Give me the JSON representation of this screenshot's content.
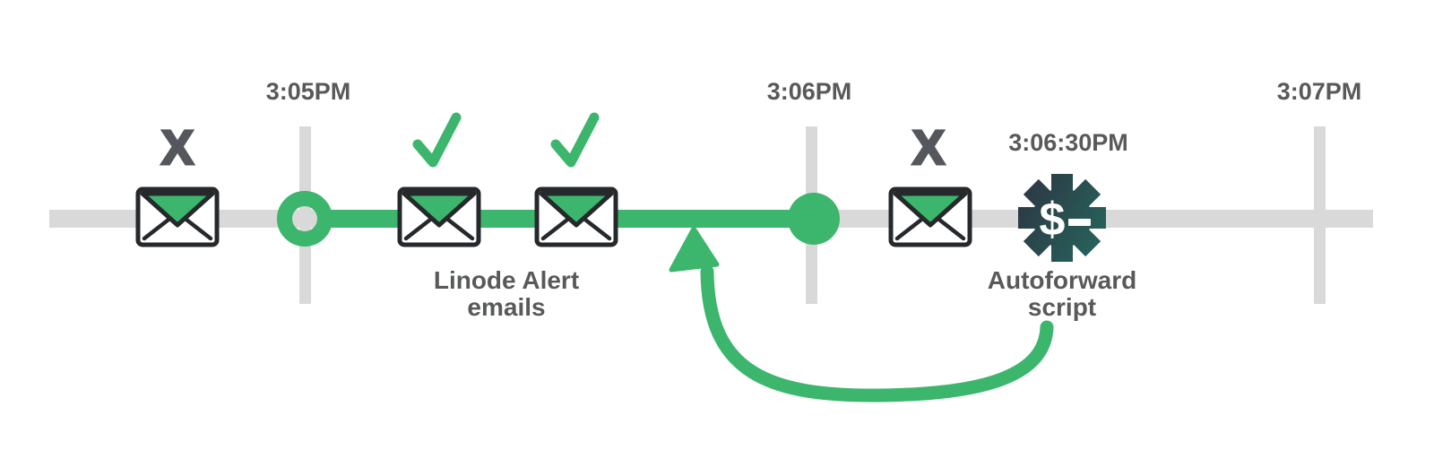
{
  "colors": {
    "green": "#3CB66C",
    "gray": "#D9D9D9",
    "text": "#58595B",
    "xmark": "#54575C",
    "envelope": "#26292C",
    "gear_dark": "#2C3945",
    "gear_teal": "#27625A",
    "white": "#FFFFFF"
  },
  "timeline": {
    "tick_labels": [
      "3:05PM",
      "3:06PM",
      "3:07PM"
    ],
    "event_time_label": "3:06:30PM"
  },
  "markers": {
    "x_left": "X",
    "x_right": "X"
  },
  "labels": {
    "alert_emails": [
      "Linode Alert",
      "emails"
    ],
    "autoforward": [
      "Autoforward",
      "script"
    ]
  },
  "gear": {
    "symbol": "$"
  }
}
